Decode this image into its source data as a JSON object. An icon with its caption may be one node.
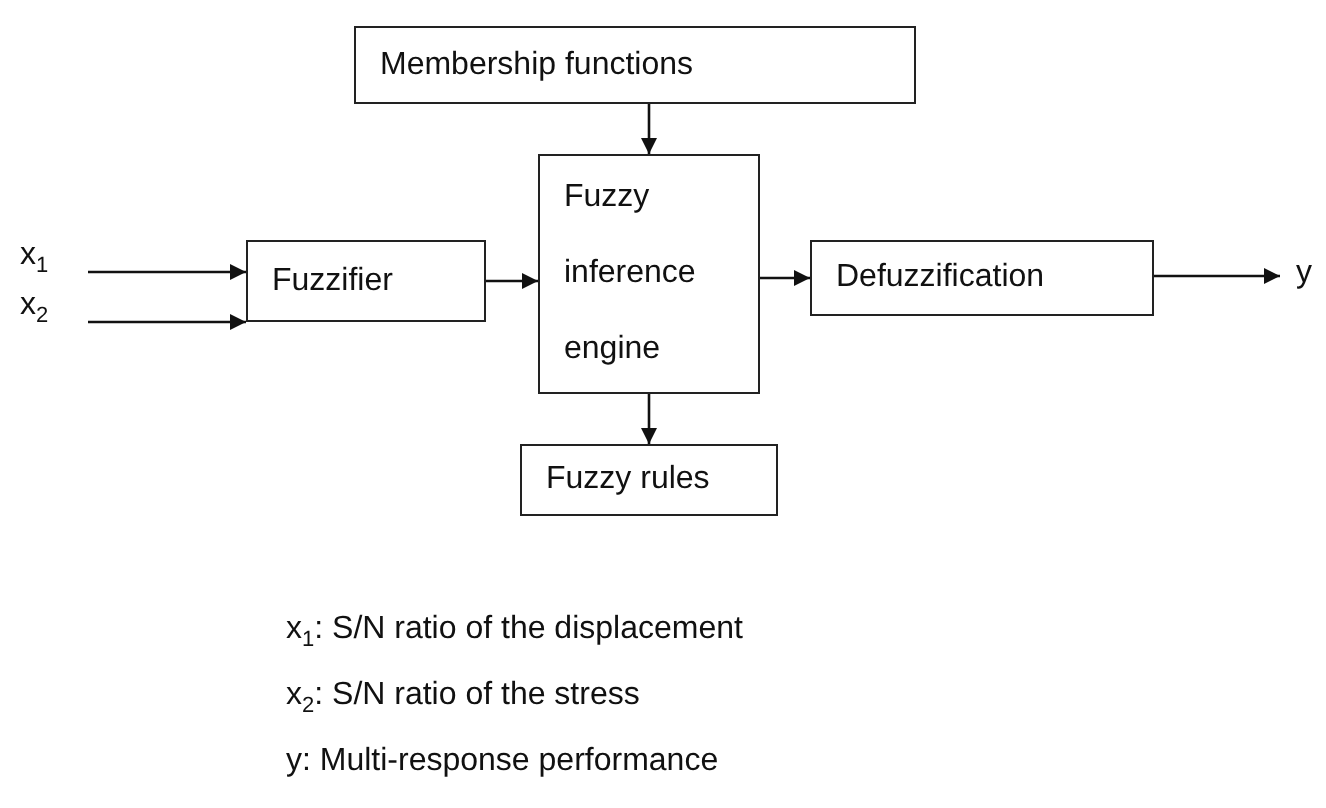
{
  "diagram": {
    "nodes": [
      {
        "text": [
          "Membership functions"
        ]
      },
      {
        "text": [
          "x$_{1}$"
        ]
      },
      {
        "text": [
          "x$_{2}$"
        ]
      },
      {
        "text": [
          "Fuzzifier"
        ]
      },
      {
        "text": [
          "Fuzzy inference engine"
        ]
      },
      {
        "text": [
          "Defuzzification"
        ]
      },
      {
        "text": [
          "y"
        ]
      },
      {
        "text": [
          "Fuzzy rules"
        ]
      }
    ],
    "edges": [
      {
        "from": 1,
        "to": 3,
        "arrow": "to"
      },
      {
        "from": 2,
        "to": 3,
        "arrow": "to"
      },
      {
        "from": 0,
        "to": 4,
        "arrow": "to"
      },
      {
        "from": 3,
        "to": 4,
        "arrow": "to"
      },
      {
        "from": 4,
        "to": 5,
        "arrow": "to"
      },
      {
        "from": 5,
        "to": 6,
        "arrow": "to"
      },
      {
        "from": 4,
        "to": 7,
        "arrow": "to"
      }
    ],
    "labels": [
      "x$_{1}$: S/N ratio of the displacement",
      "x$_{2}$: S/N ratio of the stress",
      "y: Multi-response performance"
    ]
  }
}
